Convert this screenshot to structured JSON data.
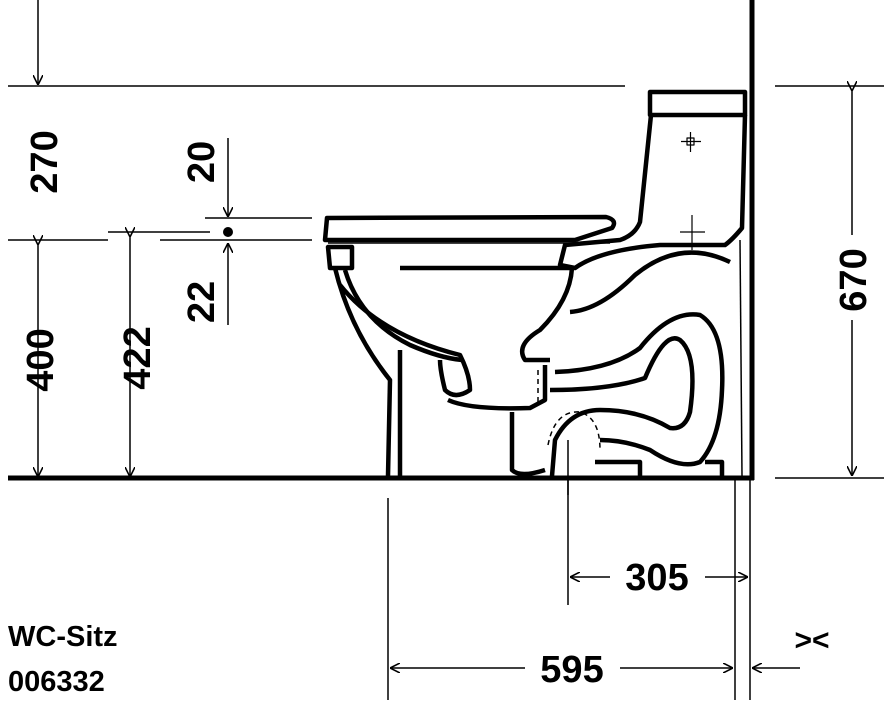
{
  "dimensions": {
    "top_clearance": "270",
    "seat_offset_top": "20",
    "seat_offset_bottom": "22",
    "bowl_height": "400",
    "seat_height": "422",
    "tank_height": "670",
    "rough_in": "305",
    "depth": "595",
    "wall_gap": "><"
  },
  "label": {
    "line1": "WC-Sitz",
    "line2": "006332"
  }
}
